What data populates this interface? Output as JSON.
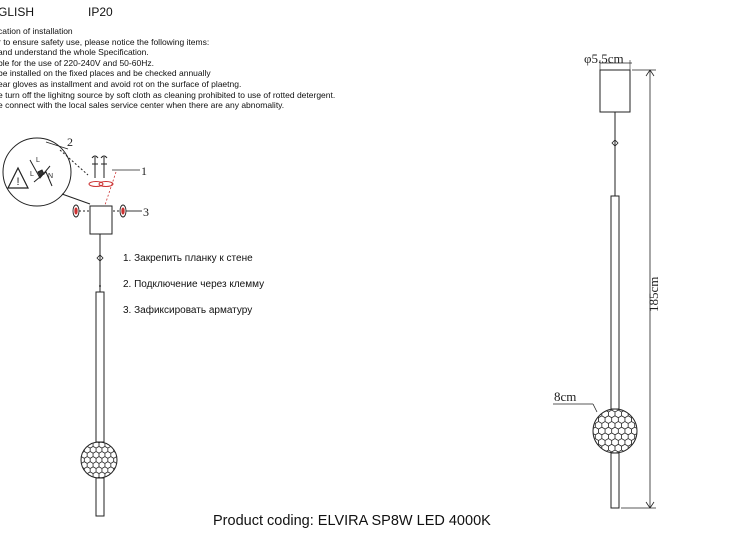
{
  "header": {
    "language": "GLISH",
    "ip_rating": "IP20"
  },
  "instructions": [
    "cation of installation",
    "r to ensure safety use, please notice the following items:",
    "and understand the whole Specification.",
    "ble for the use of 220-240V and 50-60Hz.",
    "be installed on the fixed places and be checked annually",
    "ear gloves as installment and avoid rot on the surface of plaetng.",
    "e turn off the lighitng source by soft cloth as cleaning prohibited to use of rotted detergent.",
    "e connect with the local sales service center when there are any abnomality."
  ],
  "steps": [
    "1. Закрепить планку к стене",
    "2. Подключение через клемму",
    "3. Зафиксировать арматуру"
  ],
  "callouts": {
    "one": "1",
    "two": "2",
    "three": "3"
  },
  "dimensions": {
    "canopy": "φ5.5cm",
    "height": "185cm",
    "sphere": "8cm"
  },
  "product_coding": "Product coding: ELVIRA SP8W LED 4000K"
}
